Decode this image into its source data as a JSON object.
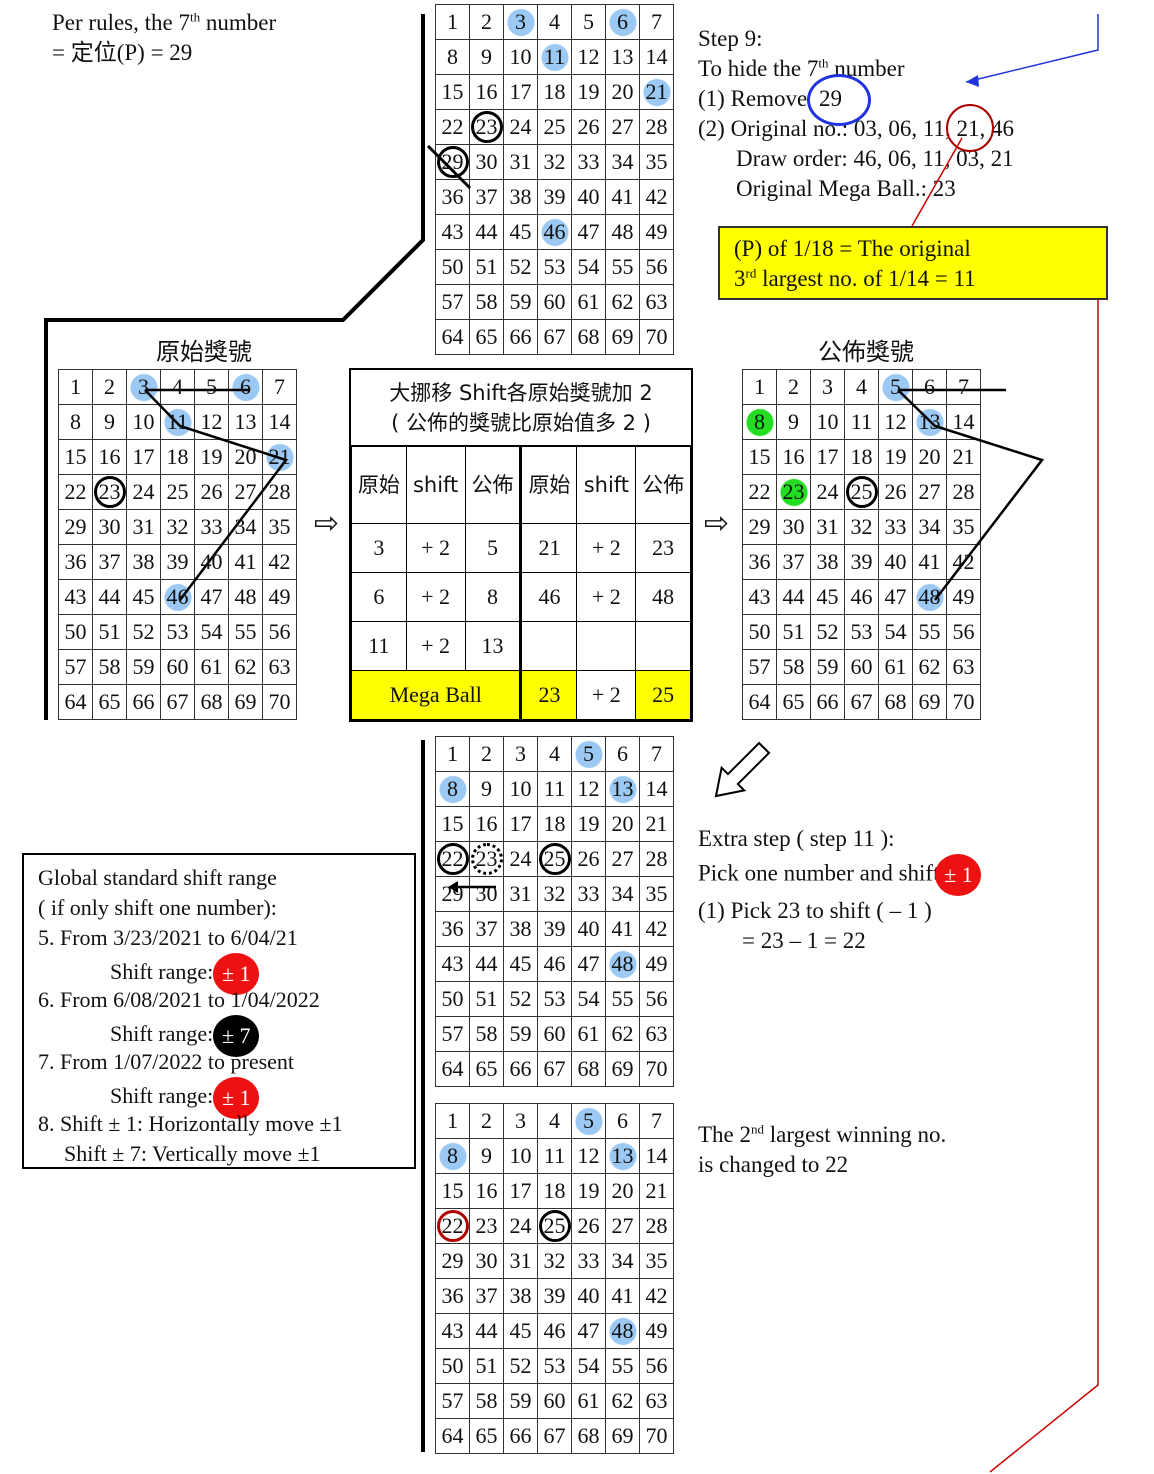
{
  "top_left_note": {
    "line1_pre": "Per rules, the 7",
    "line1_sup": "th",
    "line1_post": " number",
    "line2": "= 定位(P) =  29"
  },
  "step9": {
    "title": "Step 9:",
    "hide_pre": "To hide the 7",
    "hide_sup": "th",
    "hide_post": " number",
    "remove": "(1)  Remove ",
    "remove_value": "29",
    "original": "(2) Original no.:  03, 06, 11, 21, 46",
    "draw_order": "Draw order:  46, 06, 11, 03, 21",
    "mega": "Original Mega Ball.:  23"
  },
  "yellow_note": {
    "line1": "(P) of 1/18 = The original",
    "line2_pre": "3",
    "line2_sup": "rd",
    "line2_post": "  largest no. of 1/14 = 11"
  },
  "labels": {
    "original_numbers": "原始獎號",
    "published_numbers": "公佈獎號",
    "arrow": "⇨"
  },
  "shift_table": {
    "header1": "大挪移 Shift各原始獎號加 2",
    "header2": "( 公佈的獎號比原始值多 2 )",
    "col_original": "原始",
    "col_shift": "shift",
    "col_published": "公佈",
    "rows": [
      [
        "3",
        "+ 2",
        "5",
        "21",
        "+ 2",
        "23"
      ],
      [
        "6",
        "+ 2",
        "8",
        "46",
        "+ 2",
        "48"
      ],
      [
        "11",
        "+ 2",
        "13",
        "",
        "",
        ""
      ]
    ],
    "mega_label": "Mega Ball",
    "mega_original": "23",
    "mega_shift": "+ 2",
    "mega_published": "25"
  },
  "grids": {
    "top": {
      "blue": [
        3,
        6,
        11,
        21,
        46
      ],
      "rings": [
        23,
        29
      ]
    },
    "original": {
      "blue": [
        3,
        6,
        11,
        21,
        46
      ],
      "rings": [
        23
      ]
    },
    "published": {
      "blue": [
        5,
        8,
        13,
        23,
        48
      ],
      "green": [
        8,
        23
      ],
      "rings": [
        25
      ]
    },
    "step11": {
      "blue": [
        5,
        8,
        13,
        48
      ],
      "rings": [
        22,
        25
      ],
      "dotted": [
        23
      ]
    },
    "final": {
      "blue": [
        5,
        8,
        13,
        48
      ],
      "rings": [
        25
      ],
      "red_rings": [
        22
      ]
    }
  },
  "extra_step": {
    "title": "Extra step ( step 11 ):",
    "pick": "Pick one number and shift",
    "badge": "± 1",
    "line1": "(1) Pick 23 to shift ( – 1 )",
    "line2": "= 23 – 1 = 22"
  },
  "changed_note": {
    "line1_pre": "The 2",
    "line1_sup": "nd",
    "line1_post": " largest winning no.",
    "line2": "is changed to 22"
  },
  "global_box": {
    "l1": "Global standard shift range",
    "l2": "( if only shift one number):",
    "l3": "5. From 3/23/2021 to 6/04/21",
    "l4": "Shift range:",
    "b4": "± 1",
    "l5": "6. From 6/08/2021 to 1/04/2022",
    "l6": "Shift range:",
    "b6": "± 7",
    "l7": "7. From 1/07/2022 to present",
    "l8": "Shift range:",
    "b8": "± 1",
    "l9": "8. Shift ± 1: Horizontally move ±1",
    "l10": "Shift ± 7: Vertically move ±1"
  },
  "colors": {
    "blue_highlight": "#9cc9f3",
    "green_highlight": "#22dd22",
    "red": "#ee1111",
    "yellow": "#ffff00",
    "dark_red_line": "#cc0000",
    "blue_line": "#2233dd"
  }
}
